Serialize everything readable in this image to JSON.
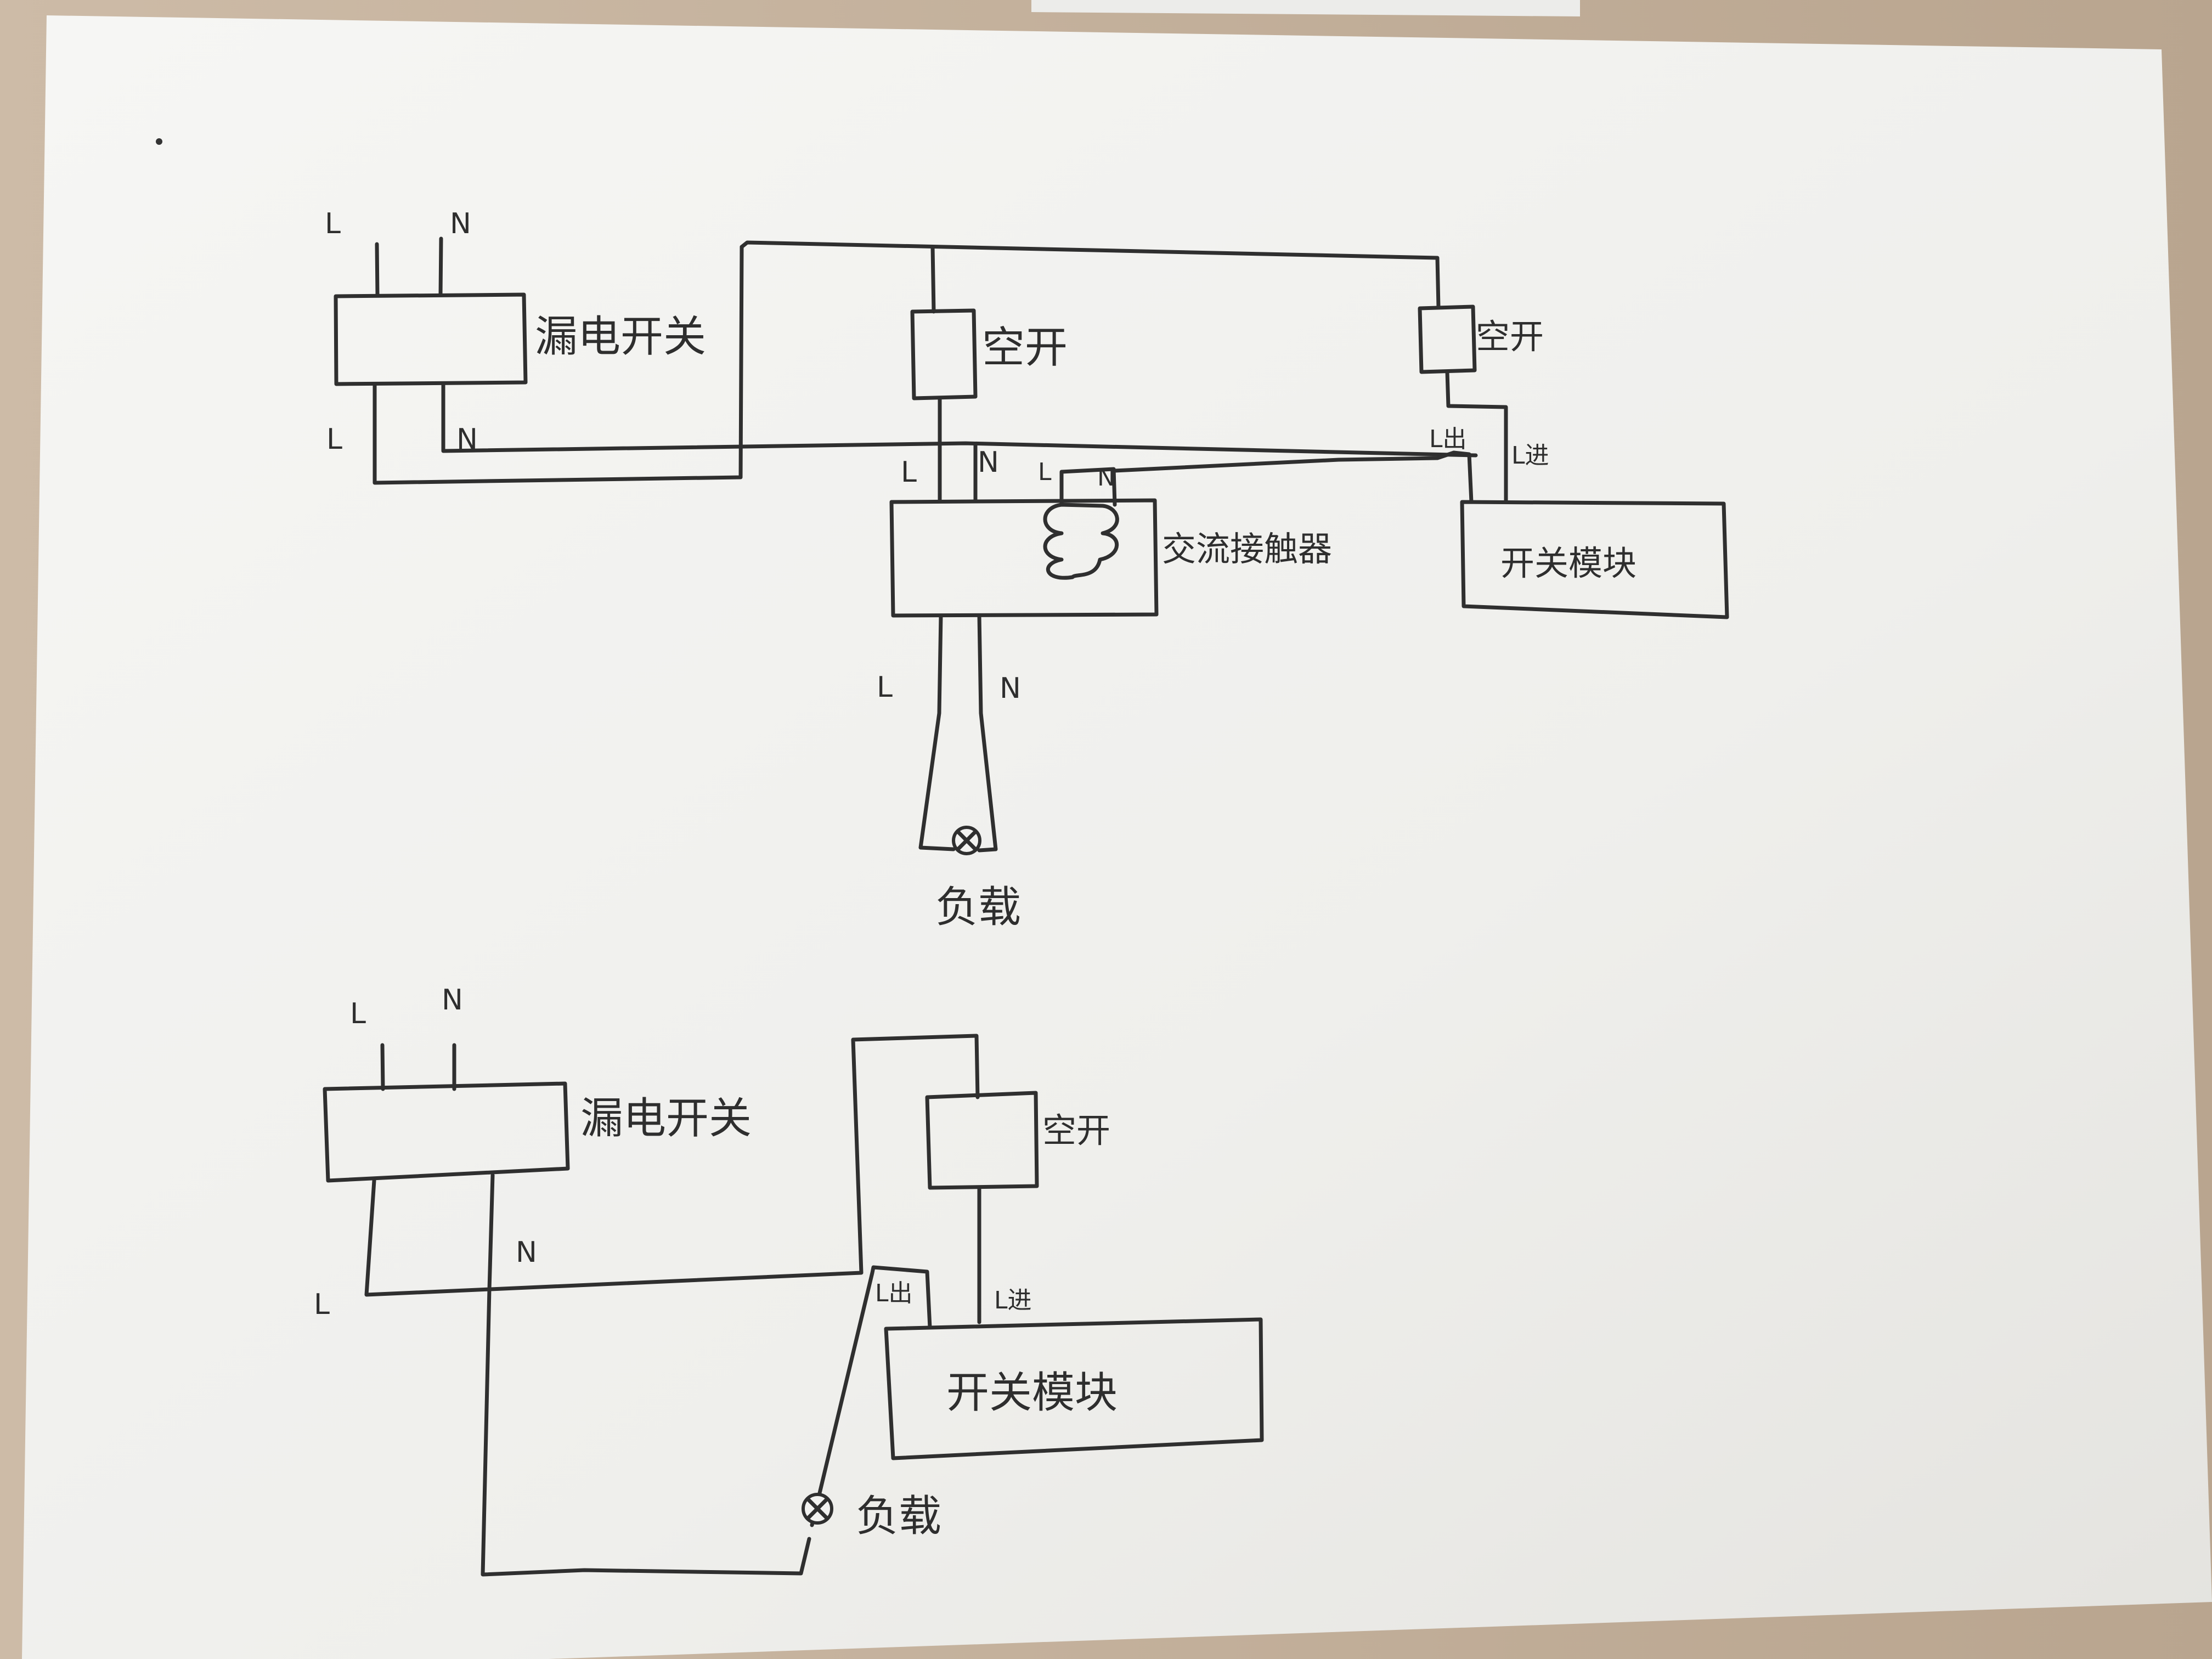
{
  "diagram1": {
    "supply_L": "L",
    "supply_N": "N",
    "rcd_label": "漏电开关",
    "rcd_out_L": "L",
    "rcd_out_N": "N",
    "breaker1_label": "空开",
    "breaker2_label": "空开",
    "contactor_label": "交流接触器",
    "contactor_L": "L",
    "contactor_N": "N",
    "coil_L": "L",
    "coil_N": "N",
    "module_label": "开关模块",
    "module_L_out": "L出",
    "module_L_in": "L进",
    "load_L": "L",
    "load_N": "N",
    "load_label": "负载"
  },
  "diagram2": {
    "supply_L": "L",
    "supply_N": "N",
    "rcd_label": "漏电开关",
    "rcd_out_L": "L",
    "rcd_out_N": "N",
    "breaker_label": "空开",
    "module_label": "开关模块",
    "module_L_out": "L出",
    "module_L_in": "L进",
    "load_label": "负载"
  },
  "colors": {
    "paper": "#f4f4f2",
    "ink": "#2f2f2f",
    "table": "#c9b7a4"
  }
}
